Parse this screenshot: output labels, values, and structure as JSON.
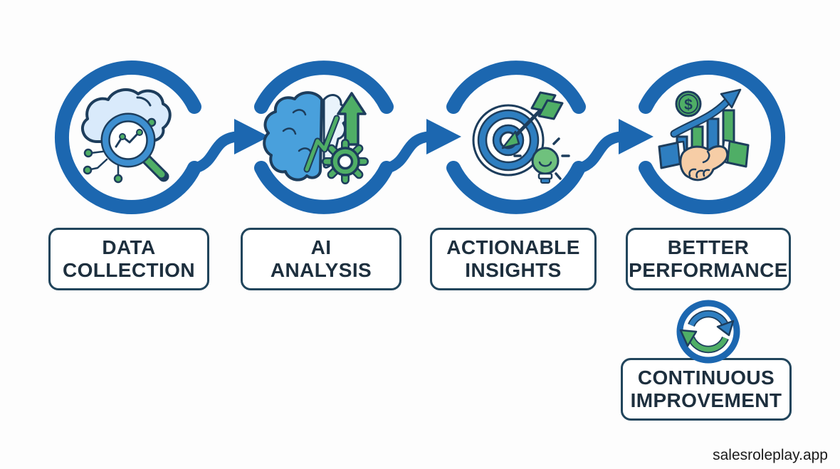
{
  "watermark": "salesroleplay.app",
  "steps": [
    {
      "line1": "DATA",
      "line2": "COLLECTION",
      "icon": "cloud-search-data-icon"
    },
    {
      "line1": "AI",
      "line2": "ANALYSIS",
      "icon": "brain-growth-gear-icon"
    },
    {
      "line1": "ACTIONABLE",
      "line2": "INSIGHTS",
      "icon": "target-arrow-lightbulb-icon"
    },
    {
      "line1": "BETTER",
      "line2": "PERFORMANCE",
      "icon": "handshake-chart-icon"
    }
  ],
  "loop_step": {
    "line1": "CONTINUOUS",
    "line2": "IMPROVEMENT",
    "icon": "cycle-arrows-icon"
  },
  "icons": {
    "dollar_glyph": "$"
  },
  "colors": {
    "ring_blue": "#1c67b0",
    "accent_blue": "#2e7ec0",
    "icon_blue": "#49a0dc",
    "green": "#4fae66",
    "green_light": "#6fc17d",
    "navy": "#1d3d5c",
    "box_border": "#21455c",
    "text_dark": "#1d2f3e",
    "skin": "#f6cda6",
    "cloud": "#d9eafb",
    "mag_blue": "#3e8fd0",
    "watermark": "#1b1b1b",
    "background": "#fdfdfd"
  }
}
